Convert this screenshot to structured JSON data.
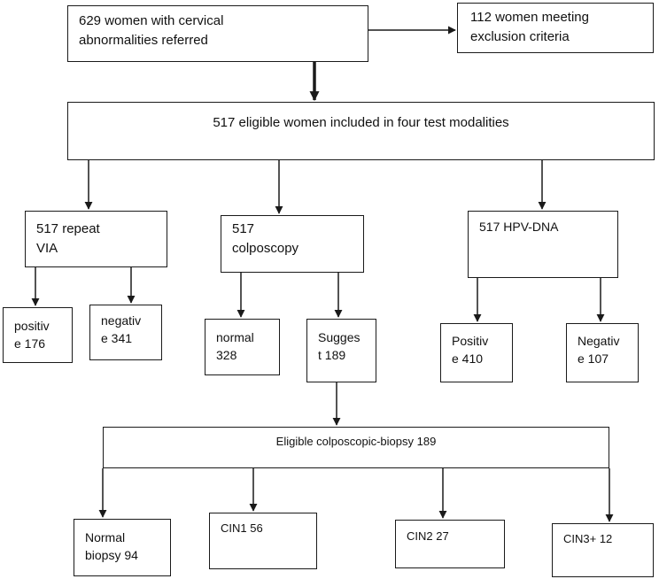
{
  "colors": {
    "stroke": "#1a1a1a",
    "text": "#111111",
    "background": "#ffffff"
  },
  "nodes": {
    "referred": "629 women with cervical\nabnormalities referred",
    "excluded": "112 women meeting\nexclusion criteria",
    "eligible": "517 eligible women included in four test modalities",
    "via": "517 repeat\nVIA",
    "colposcopy": "517\ncolposcopy",
    "hpv": "517 HPV-DNA",
    "via_positive": "positiv\ne 176",
    "via_negative": "negativ\ne 341",
    "colpo_normal": "normal\n328",
    "colpo_suggest": "Sugges\nt 189",
    "hpv_positive": "Positiv\ne 410",
    "hpv_negative": "Negativ\ne 107",
    "biopsy": "Eligible colposcopic-biopsy 189",
    "normal_biopsy": "Normal\nbiopsy 94",
    "cin1": "CIN1 56",
    "cin2": "CIN2 27",
    "cin3": "CIN3+ 12"
  }
}
